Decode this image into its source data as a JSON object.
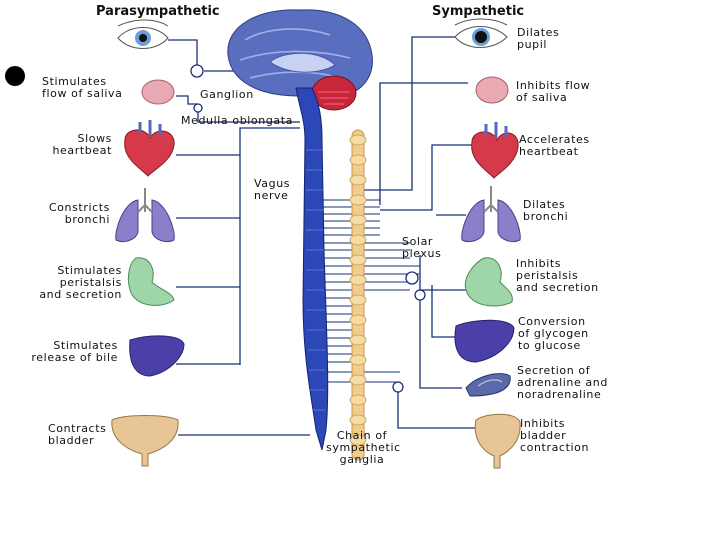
{
  "headers": {
    "left": "Parasympathetic",
    "right": "Sympathetic"
  },
  "center": {
    "ganglion": "Ganglion",
    "medulla": "Medulla oblongata",
    "vagus": "Vagus\nnerve",
    "solar": "Solar\nplexus",
    "chain": "Chain of\nsympathetic\nganglia"
  },
  "left_labels": [
    "Stimulates\nflow of saliva",
    "Slows\nheartbeat",
    "Constricts\nbronchi",
    "Stimulates\nperistalsis\nand secretion",
    "Stimulates\nrelease of bile",
    "Contracts\nbladder"
  ],
  "right_labels": [
    "Dilates\npupil",
    "Inhibits flow\nof saliva",
    "Accelerates\nheartbeat",
    "Dilates\nbronchi",
    "Inhibits\nperistalsis\nand secretion",
    "Conversion\nof glycogen\nto glucose",
    "Secretion of\nadrenaline and\nnoradrenaline",
    "Inhibits\nbladder\ncontraction"
  ],
  "colors": {
    "nerve": "#1a2f7a",
    "cord": "#2c48b8",
    "chain": "#f2cc8a",
    "heart": "#d63a4a",
    "lung": "#8b7fc9",
    "liver": "#4b3fa8",
    "stomach": "#9fd6a8",
    "bladder": "#e8c596",
    "gland": "#e9a9b2",
    "brain": "#5a6ec0",
    "cerebellum": "#c8263a"
  }
}
